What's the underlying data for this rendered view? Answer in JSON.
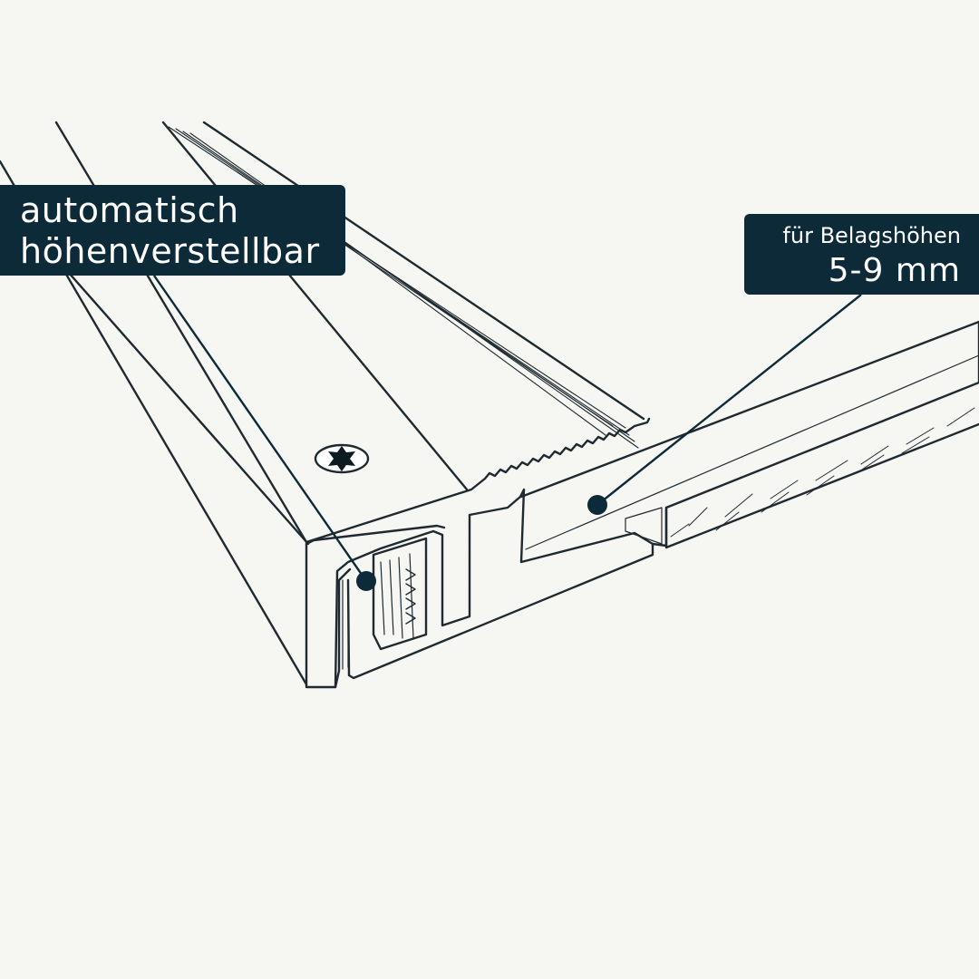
{
  "colors": {
    "background": "#f6f6f3",
    "line": "#1f2a30",
    "callout_bg": "#0d2a38",
    "callout_text": "#ffffff",
    "marker": "#0d2a38"
  },
  "callouts": {
    "left": {
      "line1": "automatisch",
      "line2": "höhenverstellbar"
    },
    "right": {
      "line1": "für Belagshöhen",
      "line2": "5-9 mm"
    }
  },
  "icons": {
    "screw": "torx-screw-icon"
  }
}
